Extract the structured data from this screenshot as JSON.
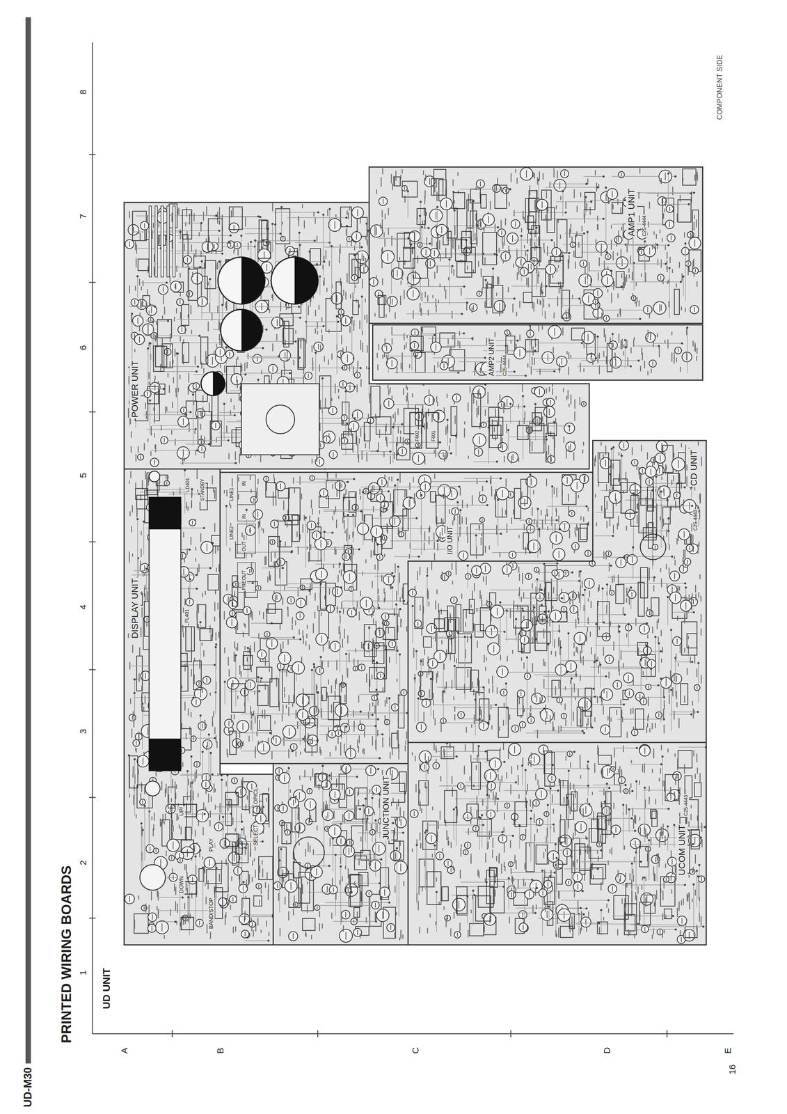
{
  "diagram": {
    "title": "PRINTED WIRING BOARDS",
    "nodes": [
      {
        "text": [
          "POWER UNIT"
        ]
      },
      {
        "text": [
          "DISPLAY UNIT"
        ]
      },
      {
        "text": [
          "AMP1 UNIT"
        ]
      },
      {
        "text": [
          "AMP2 UNIT"
        ]
      },
      {
        "text": [
          "I/O UNIT"
        ]
      },
      {
        "text": [
          "CD UNIT"
        ]
      },
      {
        "text": [
          "JUNCTION UNIT"
        ]
      },
      {
        "text": [
          "UCOM UNIT"
        ]
      }
    ],
    "labels": [
      "UD-M30",
      "UD UNIT",
      "1",
      "2",
      "3",
      "4",
      "5",
      "6",
      "7",
      "8",
      "A",
      "B",
      "C",
      "D",
      "E",
      "COMPONENT SIDE",
      "16",
      "STANDBY",
      "LD401",
      "FL401",
      "PLAY",
      "BAND/STOP",
      "DOWN",
      "SELECT",
      "OP/CL",
      "UP/",
      "LINE1",
      "LINE2",
      "IN",
      "IN",
      "OUT",
      "PREOUT",
      "F601",
      "F602",
      "C25-4443",
      "C25-4444",
      "C25-4443",
      "C25-4444"
    ]
  }
}
